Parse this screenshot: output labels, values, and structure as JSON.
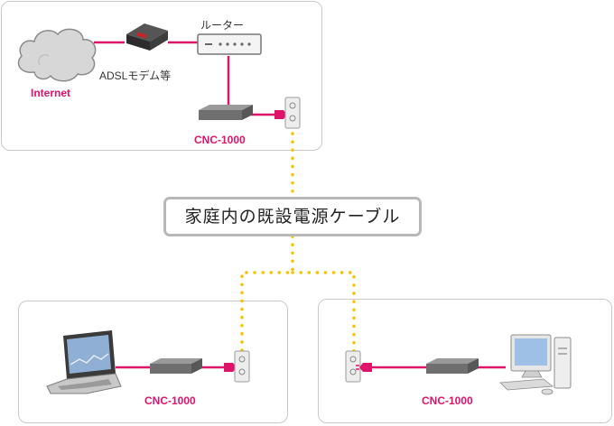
{
  "labels": {
    "router": "ルーター",
    "modem": "ADSLモデム等",
    "internet": "Internet",
    "device_top": "CNC-1000",
    "cable": "家庭内の既設電源ケーブル",
    "device_left": "CNC-1000",
    "device_right": "CNC-1000"
  },
  "colors": {
    "accent_pink": "#e0136b",
    "cable_dots": "#f5c400",
    "panel_border": "#c9c9c9"
  },
  "icons": [
    "cloud-icon",
    "modem-icon",
    "router-icon",
    "plc-adapter-icon",
    "wall-outlet-icon",
    "plug-icon",
    "laptop-icon",
    "desktop-pc-icon"
  ]
}
